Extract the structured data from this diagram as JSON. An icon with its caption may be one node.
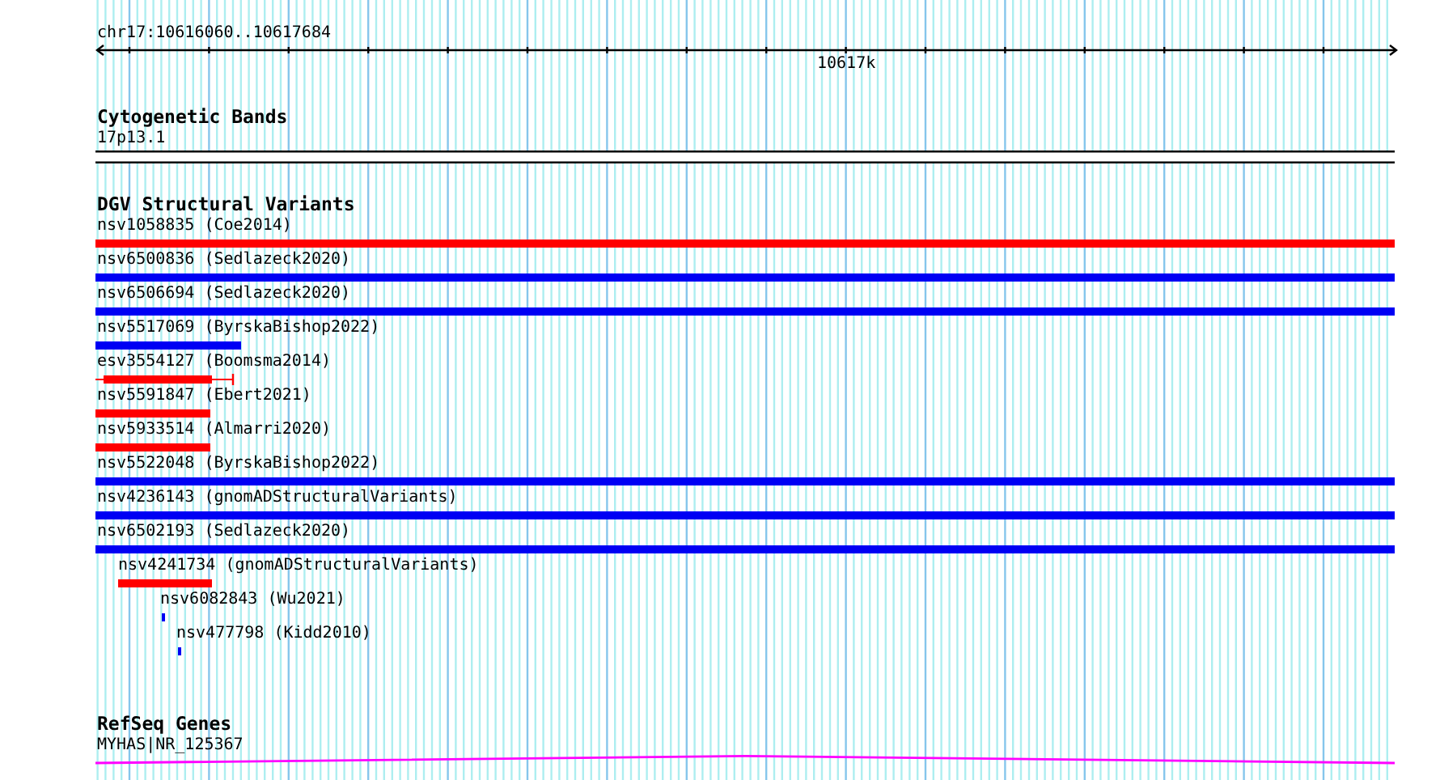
{
  "diagram": {
    "nodes": [
      {
        "text": [
          "17p13.1"
        ]
      },
      {
        "text": [
          "nsv1058835 (Coe2014)"
        ]
      },
      {
        "text": [
          "nsv6500836 (Sedlazeck2020)"
        ]
      },
      {
        "text": [
          "nsv6506694 (Sedlazeck2020)"
        ]
      },
      {
        "text": [
          "nsv5517069 (ByrskaBishop2022)"
        ]
      },
      {
        "text": [
          "esv3554127 (Boomsma2014)"
        ]
      },
      {
        "text": [
          "nsv5591847 (Ebert2021)"
        ]
      },
      {
        "text": [
          "nsv5933514 (Almarri2020)"
        ]
      },
      {
        "text": [
          "nsv5522048 (ByrskaBishop2022)"
        ]
      },
      {
        "text": [
          "nsv4236143 (gnomADStructuralVariants)"
        ]
      },
      {
        "text": [
          "nsv6502193 (Sedlazeck2020)"
        ]
      },
      {
        "text": [
          "nsv4241734 (gnomADStructuralVariants)"
        ]
      },
      {
        "text": [
          "nsv6082843 (Wu2021)"
        ]
      },
      {
        "text": [
          "nsv477798 (Kidd2010)"
        ]
      },
      {
        "text": [
          "MYHAS|NR_125367"
        ]
      }
    ],
    "labels": [
      "chr17:10616060..10617684",
      "10617k",
      "Cytogenetic Bands",
      "DGV Structural Variants",
      "RefSeq Genes"
    ]
  }
}
